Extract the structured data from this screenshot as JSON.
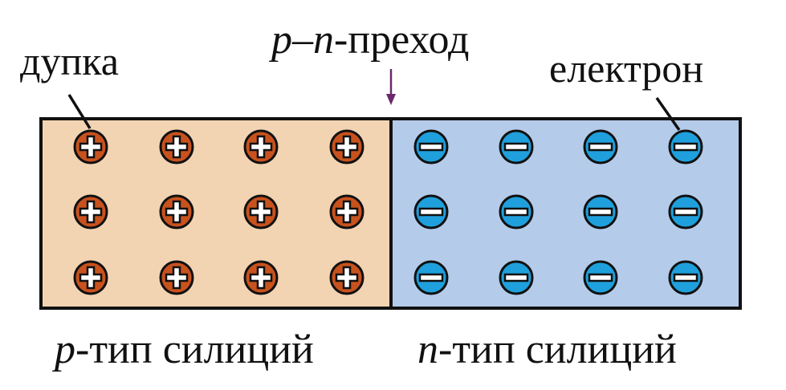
{
  "labels": {
    "hole": "дупка",
    "junction_italic_p": "p",
    "junction_dash": "–",
    "junction_italic_n": "n",
    "junction_rest": "-преход",
    "electron": "електрон",
    "p_letter": "p",
    "p_rest": "-тип силиций",
    "n_letter": "n",
    "n_rest": "-тип силиций"
  },
  "grid": {
    "rows": 3,
    "cols_per_region": 4
  },
  "colors": {
    "p_region": "#f2d4b3",
    "n_region": "#b4cbea",
    "hole_fill": "#c8521e",
    "electron_fill": "#1fa0dc",
    "junction_arrow": "#6a2a6a",
    "outline": "#111111"
  }
}
